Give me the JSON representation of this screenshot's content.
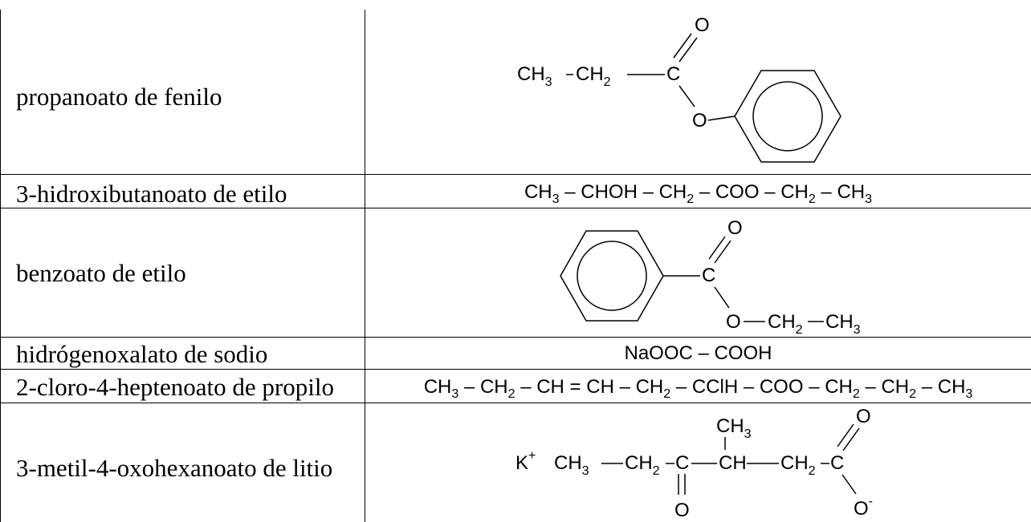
{
  "rows": [
    {
      "name": "propanoato de fenilo",
      "structure": {
        "o_top": "O",
        "ch3": "CH",
        "ch3_sub": "3",
        "ch2": "CH",
        "ch2_sub": "2",
        "c": "C",
        "o_ester": "O"
      }
    },
    {
      "name": "3-hidroxibutanoato de etilo",
      "formula_parts": [
        "CH",
        "3",
        " – CHOH – CH",
        "2",
        " – COO – CH",
        "2",
        " – CH",
        "3"
      ]
    },
    {
      "name": "benzoato de etilo",
      "structure": {
        "o_top": "O",
        "c": "C",
        "o_ester": "O",
        "ch2": "CH",
        "ch2_sub": "2",
        "ch3": "CH",
        "ch3_sub": "3"
      }
    },
    {
      "name": "hidrógenoxalato de sodio",
      "formula": "NaOOC – COOH"
    },
    {
      "name": "2-cloro-4-heptenoato de propilo",
      "formula_parts": [
        "CH",
        "3",
        " – CH",
        "2",
        " – CH = CH – CH",
        "2",
        " – CClH – COO – CH",
        "2",
        " – CH",
        "2",
        " – CH",
        "3"
      ]
    },
    {
      "name": "3-metil-4-oxohexanoato de litio",
      "structure": {
        "k": "K",
        "k_sup": "+",
        "ch3_a": "CH",
        "ch3_a_sub": "3",
        "ch2_a": "CH",
        "ch2_a_sub": "2",
        "c_keto": "C",
        "o_keto": "O",
        "ch": "CH",
        "ch3_top": "CH",
        "ch3_top_sub": "3",
        "ch2_b": "CH",
        "ch2_b_sub": "2",
        "c_acid": "C",
        "o_top": "O",
        "o_minus": "O",
        "o_minus_sup": "-"
      }
    }
  ]
}
